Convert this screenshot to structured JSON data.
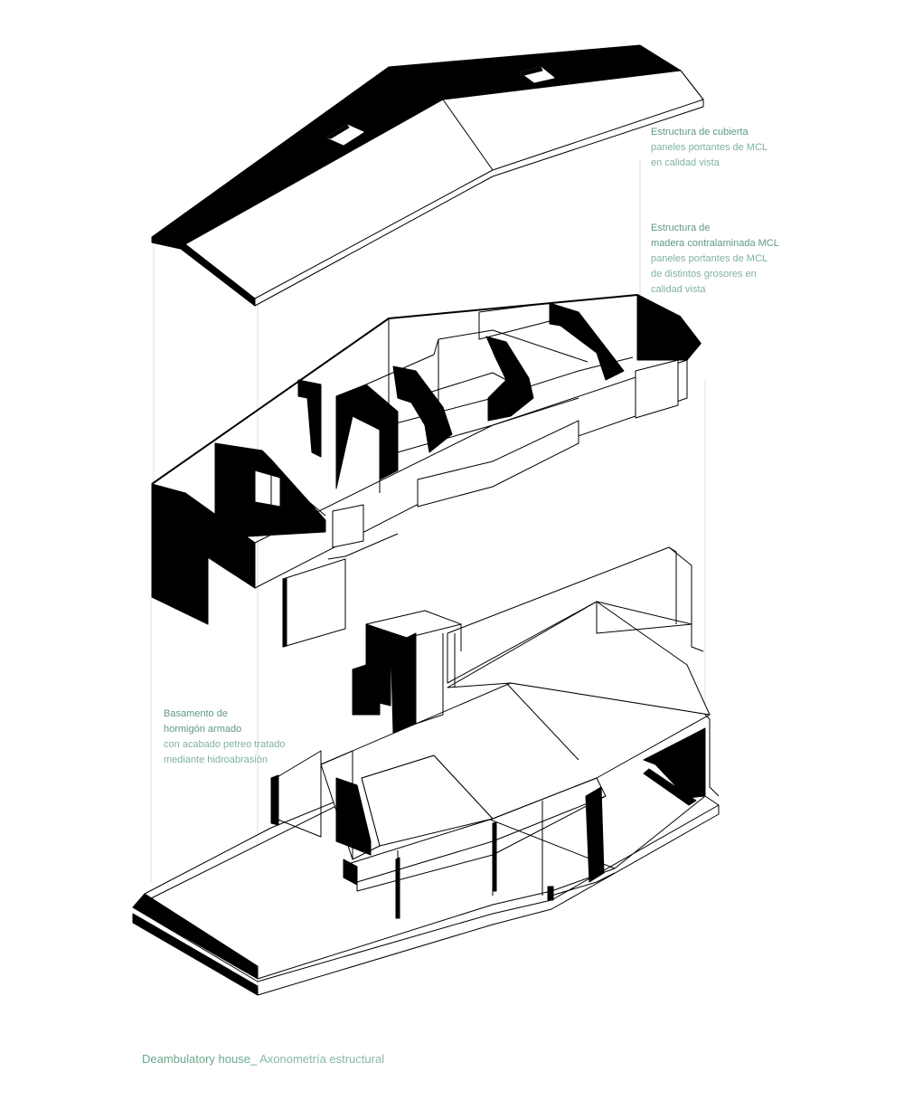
{
  "labels": {
    "roof": {
      "title": "Estructura de cubierta",
      "lines": [
        "paneles portantes de MCL",
        "en calidad vista"
      ]
    },
    "clt": {
      "title_lines": [
        "Estructura de",
        "madera contralaminada MCL"
      ],
      "lines": [
        "paneles portantes de MCL",
        "de distintos grosores en",
        "calidad vista"
      ]
    },
    "base": {
      "title_lines": [
        "Basamento de",
        "hormigón armado"
      ],
      "lines": [
        "con acabado petreo tratado",
        "mediante hidroabrasión"
      ]
    }
  },
  "caption": {
    "main": "Deambulatory house_",
    "sub": " Axonometría estructural"
  },
  "colors": {
    "text_accent": "#7fb39a",
    "line": "#000000",
    "solid_fill": "#000000",
    "background": "#ffffff"
  }
}
